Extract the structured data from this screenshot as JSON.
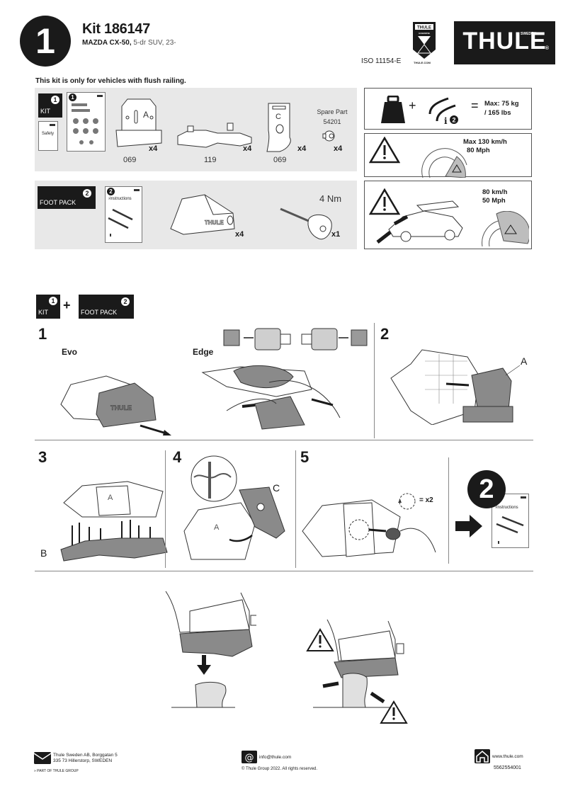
{
  "header": {
    "step_number": "1",
    "kit_title": "Kit 186147",
    "vehicle_make_model": "MAZDA CX-50,",
    "vehicle_details": " 5-dr SUV, 23-",
    "iso_standard": "ISO 11154-E",
    "guarantee_badge": {
      "brand": "THULE",
      "caption": "GUARANTEE",
      "url": "THULE.COM"
    },
    "logo": {
      "brand": "THULE",
      "sub": "SWEDEN",
      "reg": "®"
    }
  },
  "notice": "This kit is only for vehicles with flush railing.",
  "kit_panel": {
    "kit_box": {
      "number": "1",
      "label": "KIT"
    },
    "safety_doc": "Safety",
    "instruction_doc_number": "1",
    "parts": [
      {
        "code": "069",
        "qty": "x4",
        "letter": "A"
      },
      {
        "code": "119",
        "qty": "x4"
      },
      {
        "code": "069",
        "qty": "x4",
        "letter": "C"
      },
      {
        "spare_label": "Spare Part",
        "spare_number": "54201",
        "qty": "x4"
      }
    ]
  },
  "foot_pack_panel": {
    "pack_box": {
      "number": "2",
      "label": "FOOT PACK"
    },
    "instruction_doc": {
      "number": "2",
      "text": "›Instructions"
    },
    "cover_qty": "x4",
    "cover_brand": "THULE",
    "torque": "4 Nm",
    "key_qty": "x1"
  },
  "specs": {
    "load": {
      "max_kg": "Max: 75 kg",
      "max_lbs": "/ 165 lbs",
      "info_number": "2"
    },
    "speed": {
      "line1": "Max  130 km/h",
      "line2": "80 Mph"
    },
    "overhang_speed": {
      "line1": "80 km/h",
      "line2": "50 Mph"
    }
  },
  "combo": {
    "kit": {
      "number": "1",
      "label": "KIT"
    },
    "plus": "+",
    "pack": {
      "number": "2",
      "label": "FOOT PACK"
    }
  },
  "steps": [
    {
      "number": "1",
      "variants": [
        "Evo",
        "Edge"
      ]
    },
    {
      "number": "2",
      "callout": "A"
    },
    {
      "number": "3",
      "callout": "B"
    },
    {
      "number": "4",
      "callout": "C"
    },
    {
      "number": "5",
      "repeat": "= x2"
    },
    {
      "next_doc_number": "2",
      "next_doc_text": "›Instructions"
    }
  ],
  "footer": {
    "address_line1": "Thule Sweden AB, Borggatan 5",
    "address_line2": "335 73 Hillerstorp, SWEDEN",
    "group": "PART OF THULE GROUP",
    "email": "info@thule.com",
    "copyright": "© Thule Group 2022. All rights reserved.",
    "website": "www.thule.com",
    "doc_number": "5562554001"
  }
}
